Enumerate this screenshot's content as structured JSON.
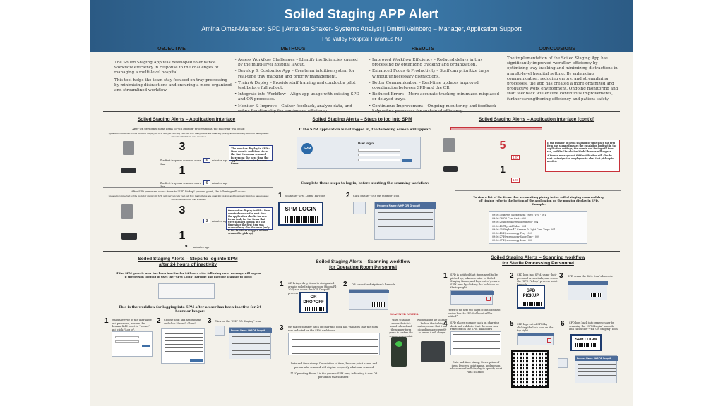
{
  "header": {
    "title": "Soiled Staging APP Alert",
    "authors": "Amina Omar-Manager, SPD | Amanda Shaker- Systems Analyst | Dmitrii Veinberg – Manager, Application Support",
    "affiliation": "The Valley Hospital Paramus NJ"
  },
  "sections": {
    "objective": {
      "heading": "OBJECTIVE",
      "para1": "The Soiled Staging App was developed to enhance workflow efficiency in response to the challenges of managing a multi-level hospital.",
      "para2": "This tool helps the team stay focused on tray processing by minimizing distractions and ensuring a more organized and streamlined workflow."
    },
    "methods": {
      "heading": "METHODS",
      "items": [
        "Assess Workflow Challenges – Identify inefficiencies caused by the multi-level hospital layout.",
        "Develop & Customize App – Create an intuitive system for real-time tray tracking and priority management.",
        "Train & Deploy – Provide staff training and conduct a pilot test before full rollout.",
        "Integrate into Workflow – Align app usage with existing SPD and OR processes.",
        "Monitor & Improve – Gather feedback, analyze data, and refine functionality for continuous efficiency."
      ]
    },
    "results": {
      "heading": "RESULTS",
      "items": [
        "Improved Workflow Efficiency – Reduced delays in tray processing by optimizing tracking and organization.",
        "Enhanced Focus & Productivity – Staff can prioritize trays without unnecessary distractions.",
        "Better Communication – Real-time updates improved coordination between SPD and the OR.",
        "Reduced Errors – More accurate tracking minimized misplaced or delayed trays.",
        "Continuous Improvement – Ongoing monitoring and feedback help refine processes for sustained efficiency."
      ]
    },
    "conclusions": {
      "heading": "CONCLUSIONS",
      "text": "The implementation of the Soiled Staging App has significantly improved workflow efficiency by optimizing tray tracking and minimizing distractions in a multi-level hospital setting. By enhancing communication, reducing errors, and streamlining processes, the app has created a more organized and productive work environment. Ongoing monitoring and staff feedback will ensure continuous improvements, further strengthening efficiency and patient safety"
    }
  },
  "panels": {
    "app_interface": {
      "title": "Soiled Staging Alerts – Application interface",
      "or_caption": "After OR personnel scans items to \"OR Dropoff\" process point, the following will occur:",
      "or_subcaption": "Speakers connected to the monitor display in SPD will periodically call out how many items are awaiting pickup and how many minutes have passed since the first item was scanned",
      "count_a": "3",
      "count_a_note": "The first tray was scanned more than",
      "minutes_a": "6",
      "minutes_label": "minutes ago",
      "count_b": "1",
      "count_b_note": "The first tray was scanned more than",
      "minutes_b": "6",
      "note_or": "The monitor display in SPD - Item counts and time since the first item was scanned increment the next time the application checks for new items",
      "spd_caption": "After SPD personnel scans items to \"SPD Pickup\" process point, the following will occur:",
      "spd_subcaption": "Speakers connected to the monitor display in SPD will periodically call out how many items are awaiting pickup and how many minutes have passed since the first item was scanned",
      "count_c": "3",
      "minutes_c": "3",
      "count_d": "1",
      "minutes_d": "9",
      "note_spd": "On monitor display in SPD - Item counts decrease the next time the application checks for new items (only for the items that were scanned to pick up) The time since the first item was scanned may also decrease (only if the first item dropped off was scanned to pick up)"
    },
    "steps_login": {
      "title": "Soiled Staging Alerts – Steps to log into SPM",
      "intro": "If the SPM application is not logged in, the following screen will appear:",
      "login_heading": "User login",
      "complete_steps": "Complete these steps to log in, before starting the scanning workflow:",
      "step1": "Scan the \"SPM Login\" barcode",
      "step2": "Click on the \"VHP OR Staging\" icon",
      "login_card": "SPM LOGIN",
      "process_label": "Process Name: VHP OR Dropoff"
    },
    "app_interface_cont": {
      "title": "Soiled Staging Alerts – Application interface (cont'd)",
      "count": "5",
      "minutes": "120",
      "count_b": "1",
      "minutes_b": "120",
      "red_note": "If the number of items scanned or time since the first item was scanned passes the escalation limit set in the application settings, the counts and timing will turn red, and the \"Escalation Mode\" banner will appear",
      "red_note2": "A Vocera message and SMS notification will also be sent to designated employees to alert that pick up is needed.",
      "list_caption": "To view a list of the items that are awaiting pickup in the soiled staging room and drop off timing, refer to the bottom of the application on the monitor display in SPD. Example:",
      "list_items": [
        "09:06:30 Bowel Supplement Tray (TVH) - 001",
        "09:06:28 OR Cass Cart - 003",
        "09:06:20 Integral Pre Instrument - 004",
        "09:06:45 Thyroid Valve - 001",
        "09:06:35 Stryker 4K Camera & Light Cord Tray - 001",
        "09:06:45 Hysteroscopy Tray - 009",
        "09:06:27 Hysteroscopy Show Tray - 009",
        "09:06:07 Hysteroscopy Lens - 003"
      ]
    },
    "login_24h": {
      "title_line1": "Soiled Staging Alerts – Steps to log into SPM",
      "title_line2": "after 24 hours of inactivity",
      "intro": "If the SPM generic user has been inactive for 24 hours – the following error message will appear if the person logging in uses the \"SPM Login\" barcode and barcode scanner to login:",
      "workflow_caption": "This is the workflow for logging into SPM after a user has been inactive for 24 hours or longer:",
      "step1": "Manually type in the username and password, ensure the domain field is set to \"(none)\", and click \"Log in\".",
      "step2": "Choose shift and assignment and click \"Save & Close\"",
      "step3": "Click on the \"VHP OR Staging\" icon",
      "process_label": "Process Name: VHP OR Dropoff"
    },
    "scan_or": {
      "title_line1": "Soiled Staging Alerts – Scanning workflow",
      "title_line2": "for Operating Room Personnel",
      "step1": "OR brings dirty items to designated area in soiled staging room (Room P1-104) and scans the \"OR Dropoff\" process point barcode",
      "step2": "OR scans the dirty item's barcode",
      "card": "OR DROPOFF",
      "scanner_notes": "SCANNER NOTES:",
      "note1": "When scanning, ensure that click sound is heard and the scanner turns green to confirm the scan was successful.",
      "note2": "When placing the scanner back on the docking station, ensure that it has clicked in place correctly to ensure it will charge.",
      "step3": "OR places scanner back on charging dock and validates that the scan was reflected on the SPM dashboard",
      "footer": "Date and time stamp, Description of item, Process point name, and person who scanned will display to specify what was scanned",
      "footer2": "** \"Operating Room \" is the generic SPM user, indicating it was OR personnel that scanned*"
    },
    "scan_spd": {
      "title_line1": "Soiled Staging Alerts – Scanning workflow",
      "title_line2": "for Sterile Processing Personnel",
      "step1": "SPD is notified that items need to be picked up, takes elevator to Soiled Staging Room, and logs out of generic SPM user by clicking the lock icon on the top right",
      "step1_note": "*Refer to the next two pages of this document to view how the SPD dashboard will be notified*",
      "step2": "SPD logs into SPM, using their personal credentials, and scans the \"SPD Pickup\" process point barcode",
      "step3": "SPD scans the dirty item's barcode",
      "card": "SPD PICKUP",
      "step4": "SPD places scanner back on charging dock and validates that the scan was reflected on the SPM dashboard",
      "footer": "Date and time stamp, Description of item, Process point name, and person who scanned will display to specify what was scanned",
      "step5": "SPD logs out of SPM by clicking the lock icon on the top right",
      "step6": "SPD logs back into generic user by scanning the \"SPM Login\" barcode and clicks the \"VHP OR Staging\" icon",
      "card2": "SPM LOGIN",
      "process_label": "Process Name: VHP OR Dropoff"
    }
  },
  "colors": {
    "banner": "#3a77a7",
    "accent_red": "#c8323a",
    "box_border": "#2d3f8a"
  }
}
